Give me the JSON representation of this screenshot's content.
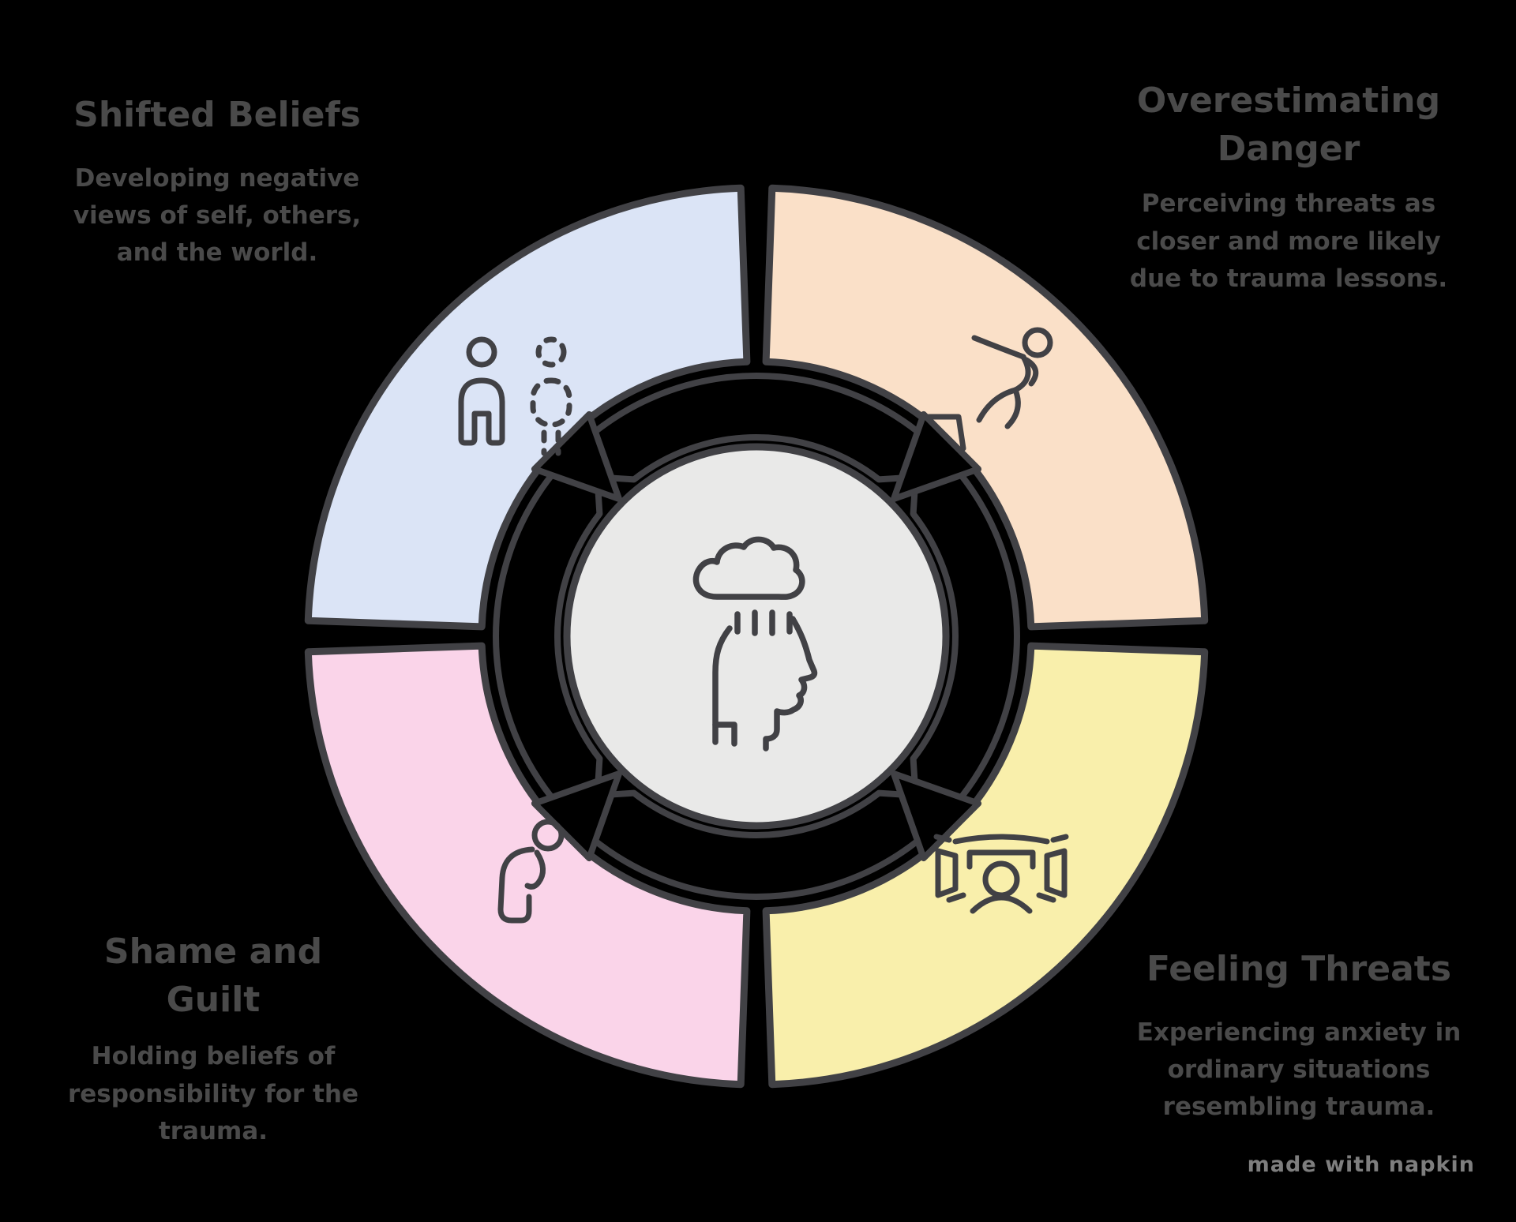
{
  "diagram": {
    "type": "cycle-wheel",
    "center": {
      "icon": "head-with-rain-cloud-icon"
    },
    "quadrants": [
      {
        "position": "top-left",
        "color": "#dbe4f6",
        "icon": "self-and-others-people-icon",
        "title": "Shifted Beliefs",
        "description": "Developing negative views of self, others, and the world."
      },
      {
        "position": "top-right",
        "color": "#fae0c8",
        "icon": "slipping-person-icon",
        "title": "Overestimating Danger",
        "description": "Perceiving threats as closer and more likely due to trauma lessons."
      },
      {
        "position": "bottom-right",
        "color": "#f9efab",
        "icon": "surrounded-person-icon",
        "title": "Feeling Threats",
        "description": "Experiencing anxiety in ordinary situations resembling trauma."
      },
      {
        "position": "bottom-left",
        "color": "#fad4e9",
        "icon": "slumped-person-icon",
        "title": "Shame and Guilt",
        "description": "Holding beliefs of responsibility for the trauma."
      }
    ],
    "colors": {
      "outline": "#414145",
      "cycle_fill": "#000000",
      "center_fill": "#e9e9e8",
      "text": "#4a4a4a",
      "background": "#000000"
    }
  },
  "watermark": {
    "text": "made with napkin"
  }
}
